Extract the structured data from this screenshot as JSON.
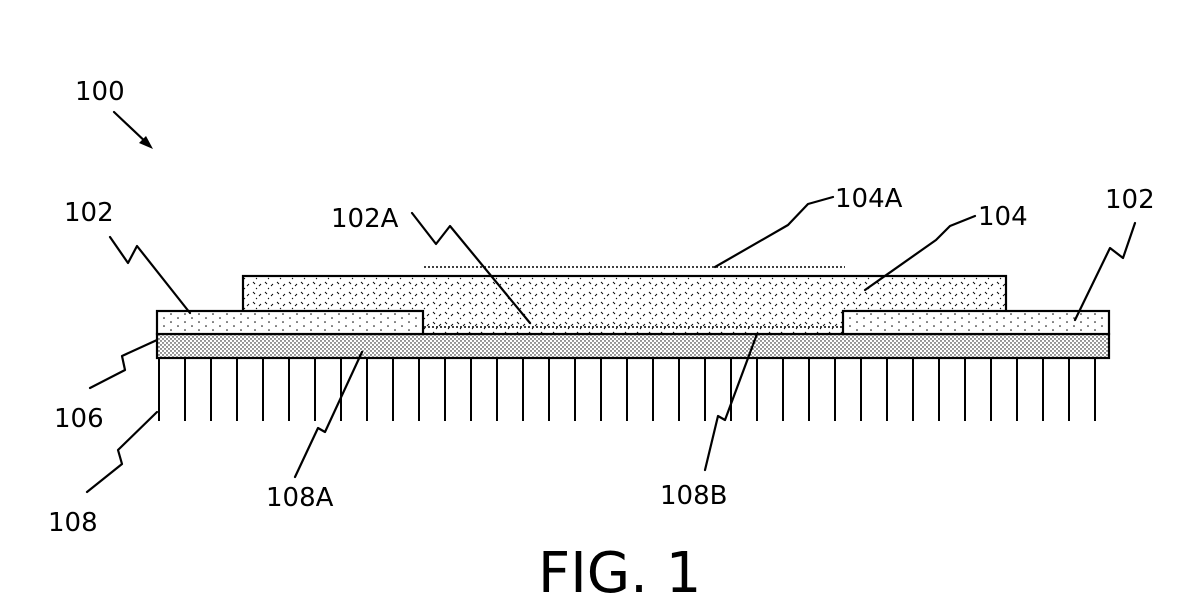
{
  "figure": {
    "caption": "FIG. 1",
    "labels": {
      "device": "100",
      "layer_left": "102",
      "layer_right": "102",
      "gap": "102A",
      "top_layer": "104",
      "top_surface": "104A",
      "middle_layer": "106",
      "substrate": "108",
      "region_a": "108A",
      "region_b": "108B"
    }
  }
}
